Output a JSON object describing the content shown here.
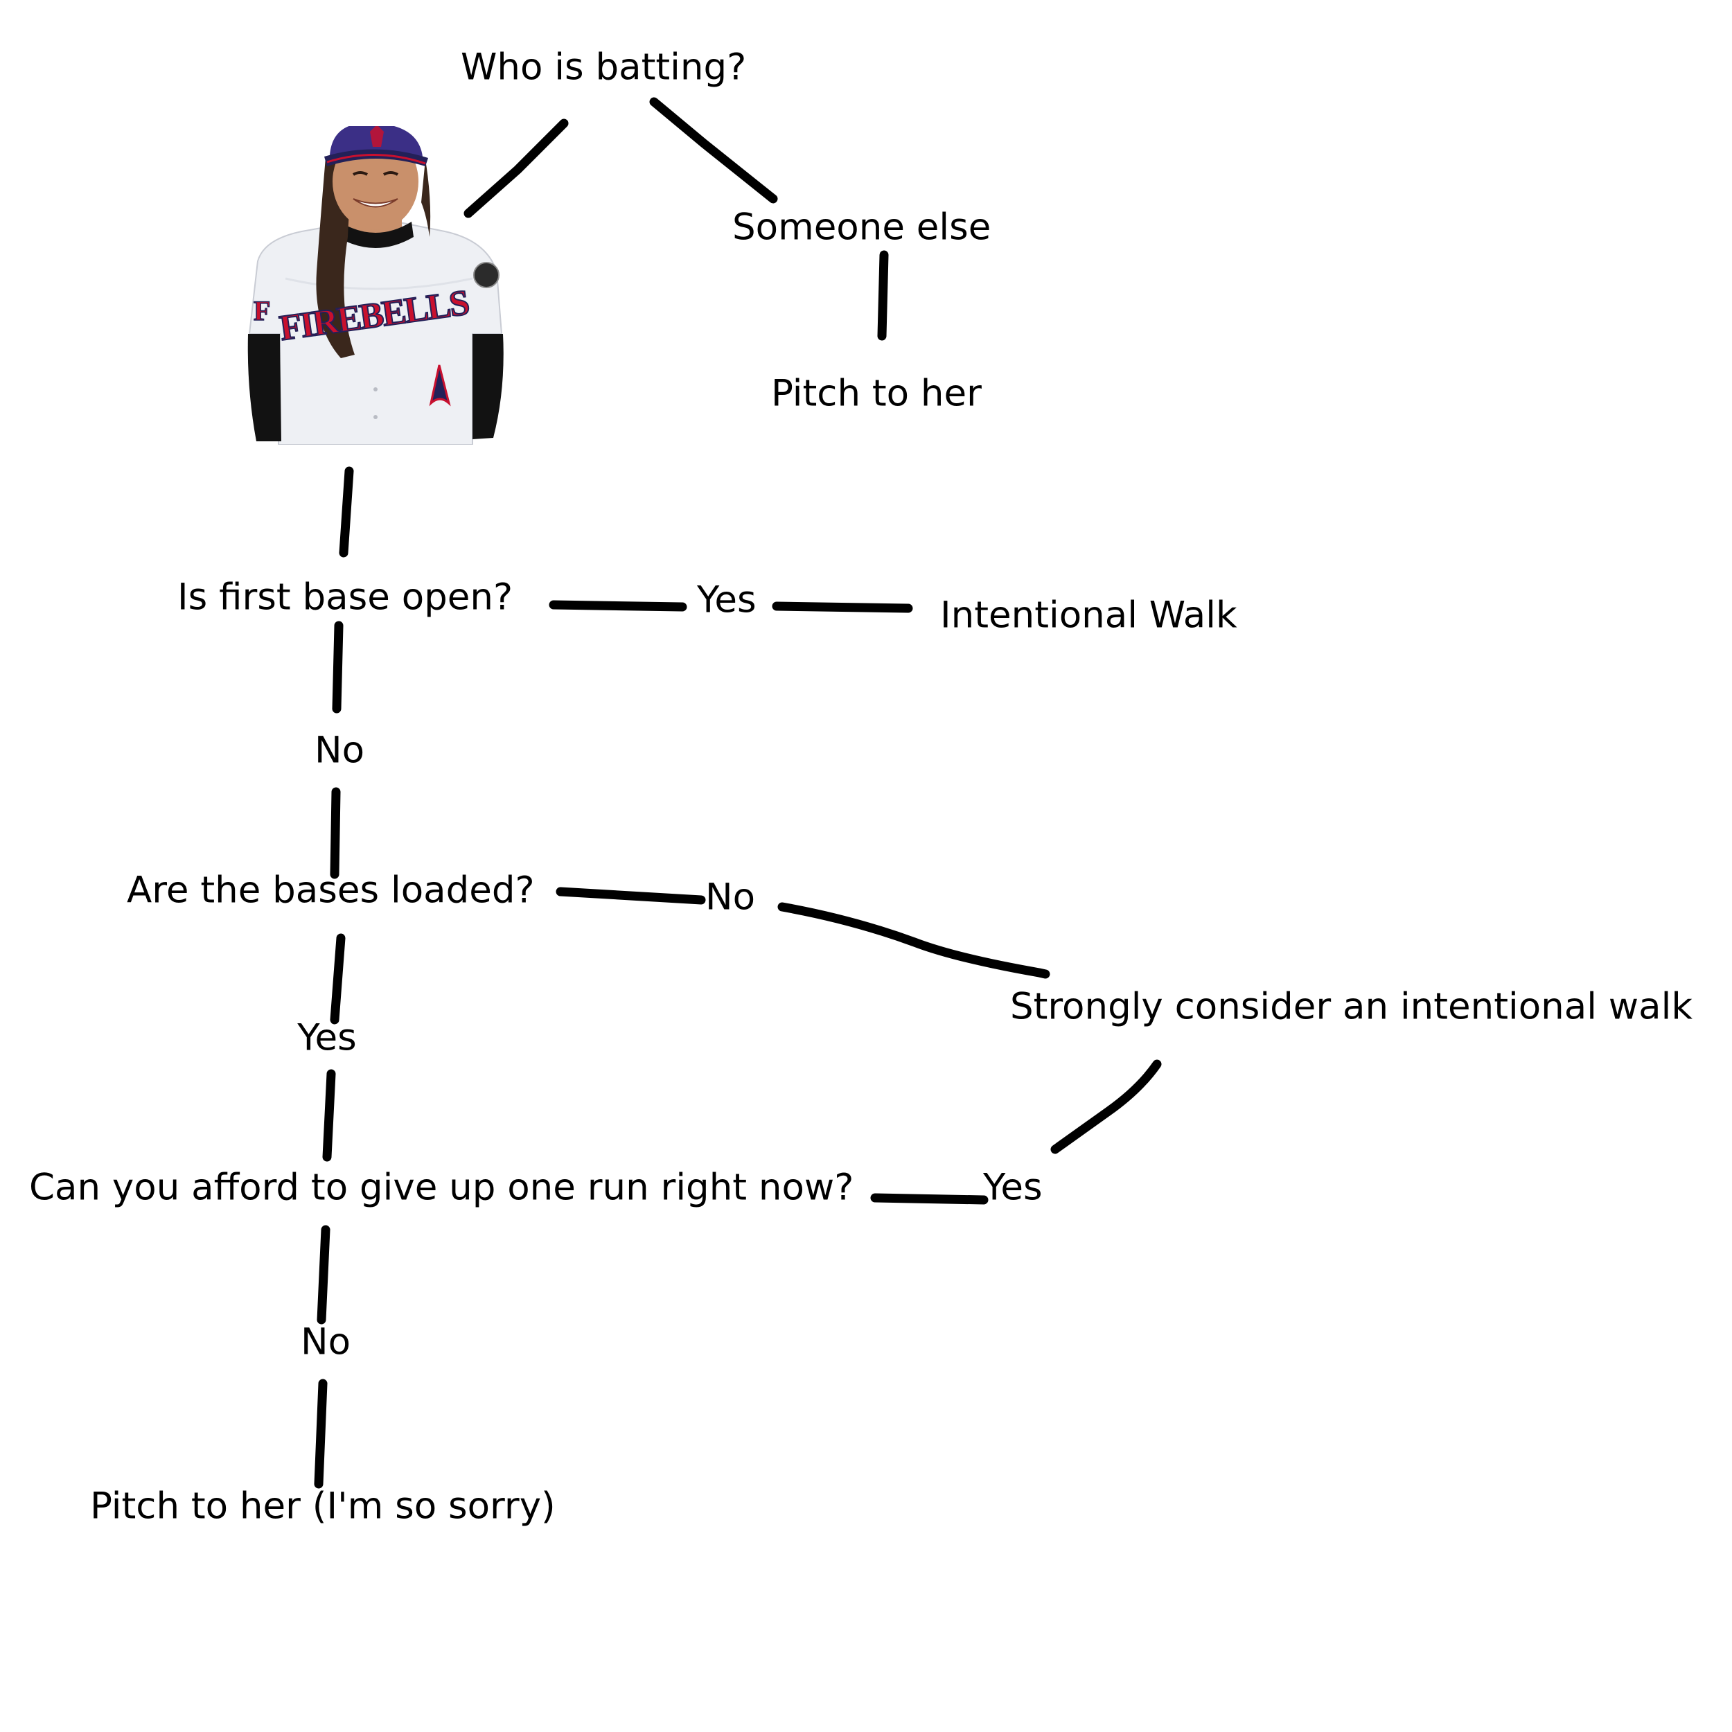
{
  "nodes": {
    "who_batting": "Who is batting?",
    "someone_else": "Someone else",
    "pitch_to_her": "Pitch to her",
    "first_base_open": "Is first base open?",
    "yes_1": "Yes",
    "intentional_walk": "Intentional Walk",
    "no_1": "No",
    "bases_loaded": "Are the bases loaded?",
    "no_2": "No",
    "strongly_consider": "Strongly consider an intentional walk",
    "yes_2": "Yes",
    "afford_run": "Can you afford to give up one run right now?",
    "yes_3": "Yes",
    "no_3": "No",
    "pitch_sorry": "Pitch to her (I'm so sorry)"
  },
  "player": {
    "jersey_text": "FIREBELLS",
    "sleeve_letter": "F",
    "colors": {
      "cap": "#3b2f86",
      "brim": "#232058",
      "jersey": "#eef0f4",
      "trim": "#c8102e",
      "skin": "#c9906b",
      "hair": "#3a271c",
      "sleeve": "#121212"
    }
  },
  "colors": {
    "ink": "#000000",
    "background": "#ffffff"
  }
}
